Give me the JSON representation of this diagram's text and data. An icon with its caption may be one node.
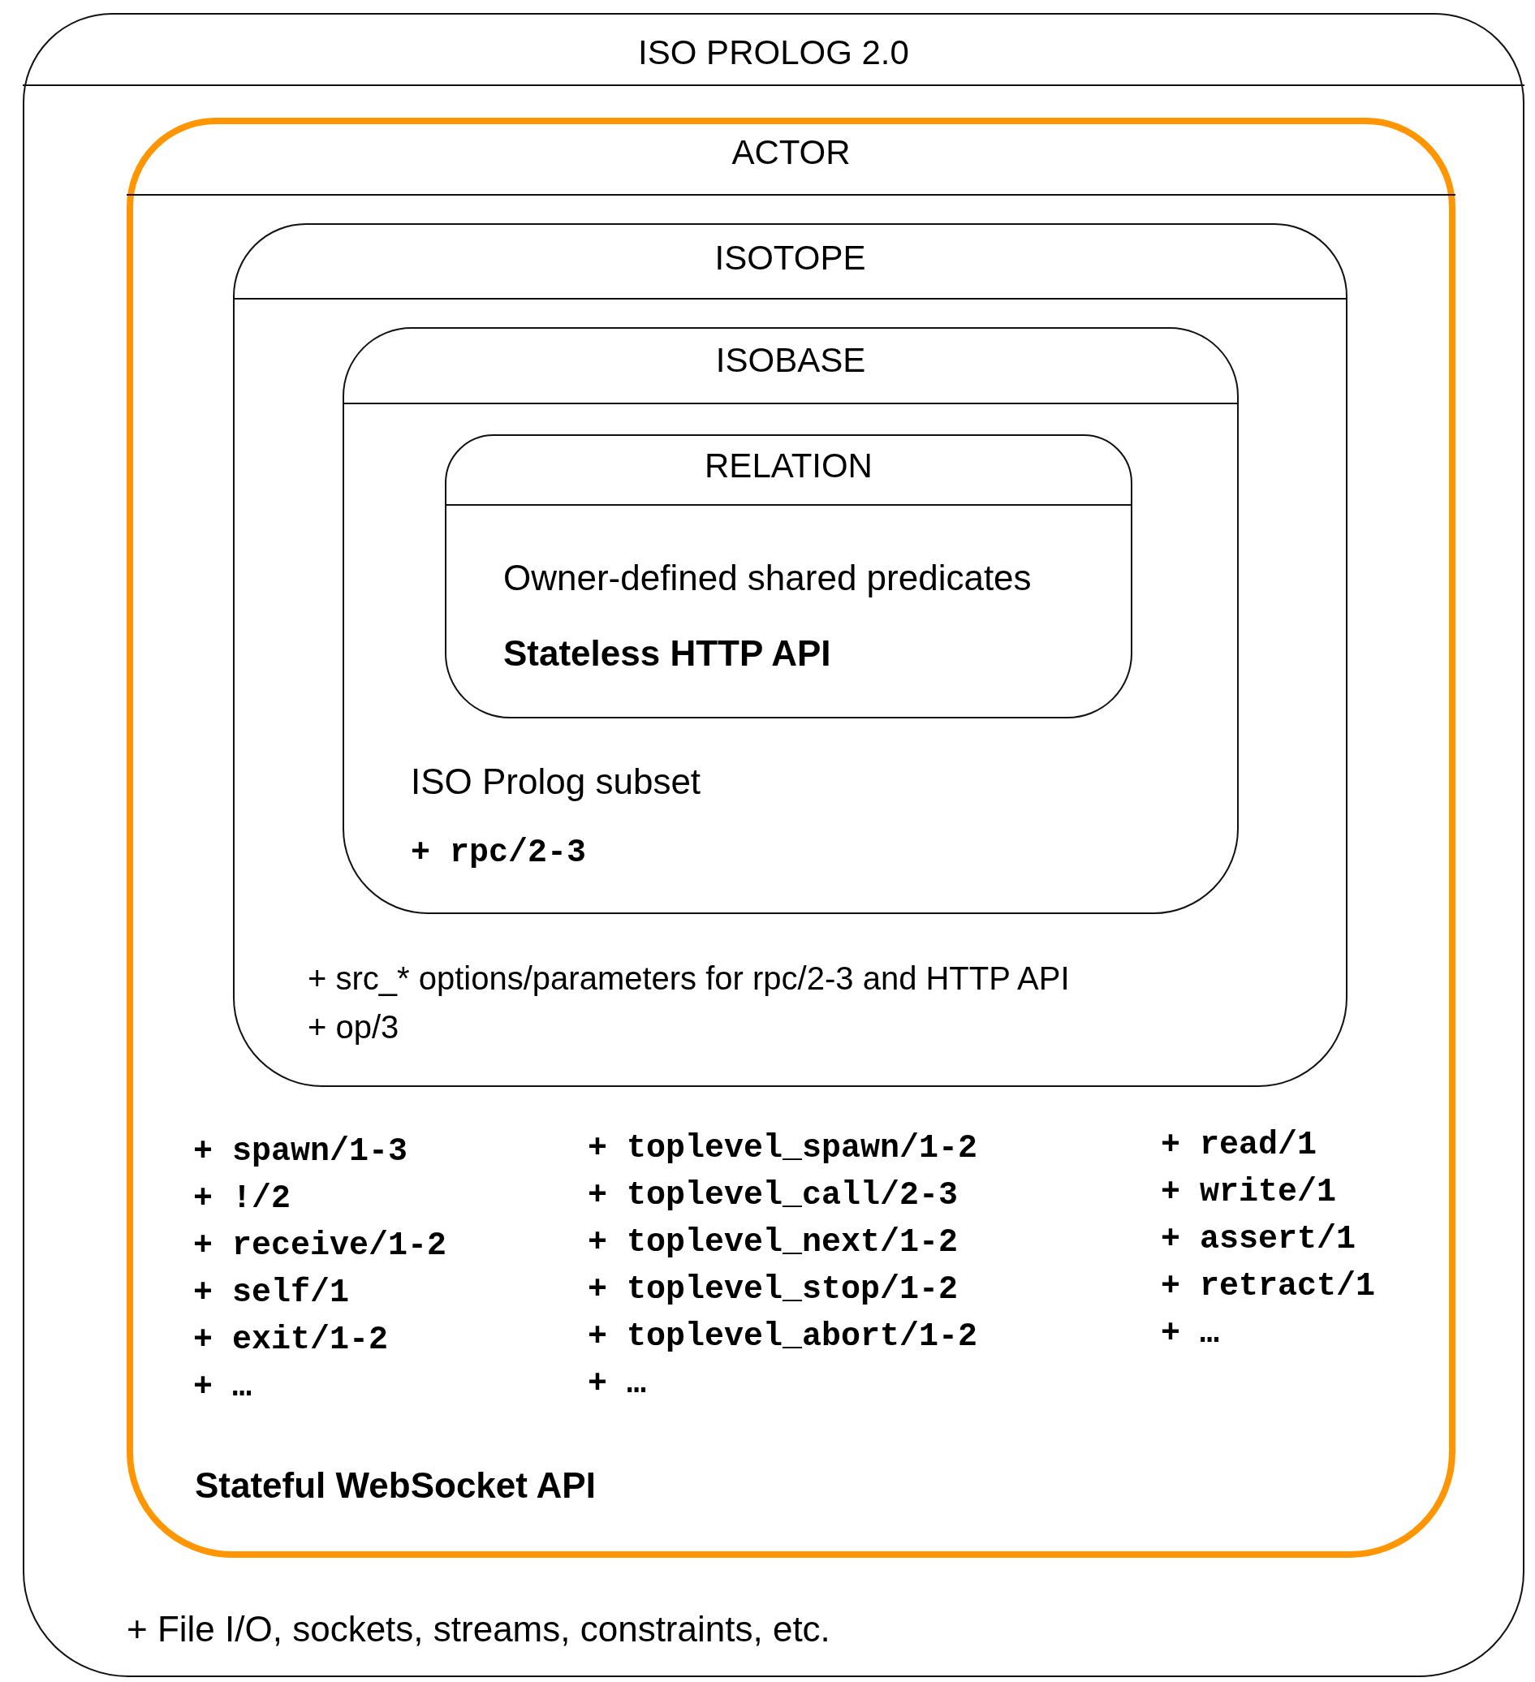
{
  "diagram": {
    "nodes": [
      {
        "text": [
          "ISO PROLOG 2.0",
          "+ File I/O, sockets, streams, constraints, etc."
        ]
      },
      {
        "text": [
          "ACTOR",
          "+ spawn/1-3",
          "+ !/2",
          "+ receive/1-2",
          "+ self/1",
          "+ exit/1-2",
          "+ …",
          "+ toplevel_spawn/1-2",
          "+ toplevel_call/2-3",
          "+ toplevel_next/1-2",
          "+ toplevel_stop/1-2",
          "+ toplevel_abort/1-2",
          "+ …",
          "+ read/1",
          "+ write/1",
          "+ assert/1",
          "+ retract/1",
          "+ …",
          "Stateful WebSocket API"
        ],
        "in": 0
      },
      {
        "text": [
          "ISOTOPE",
          "+ src_* options/parameters for rpc/2-3 and HTTP API",
          "+ op/3"
        ],
        "in": 1
      },
      {
        "text": [
          "ISOBASE",
          "ISO Prolog subset",
          "+ rpc/2-3"
        ],
        "in": 2
      },
      {
        "text": [
          "RELATION",
          "Owner-defined shared predicates",
          "Stateless HTTP API"
        ],
        "in": 3
      }
    ]
  }
}
